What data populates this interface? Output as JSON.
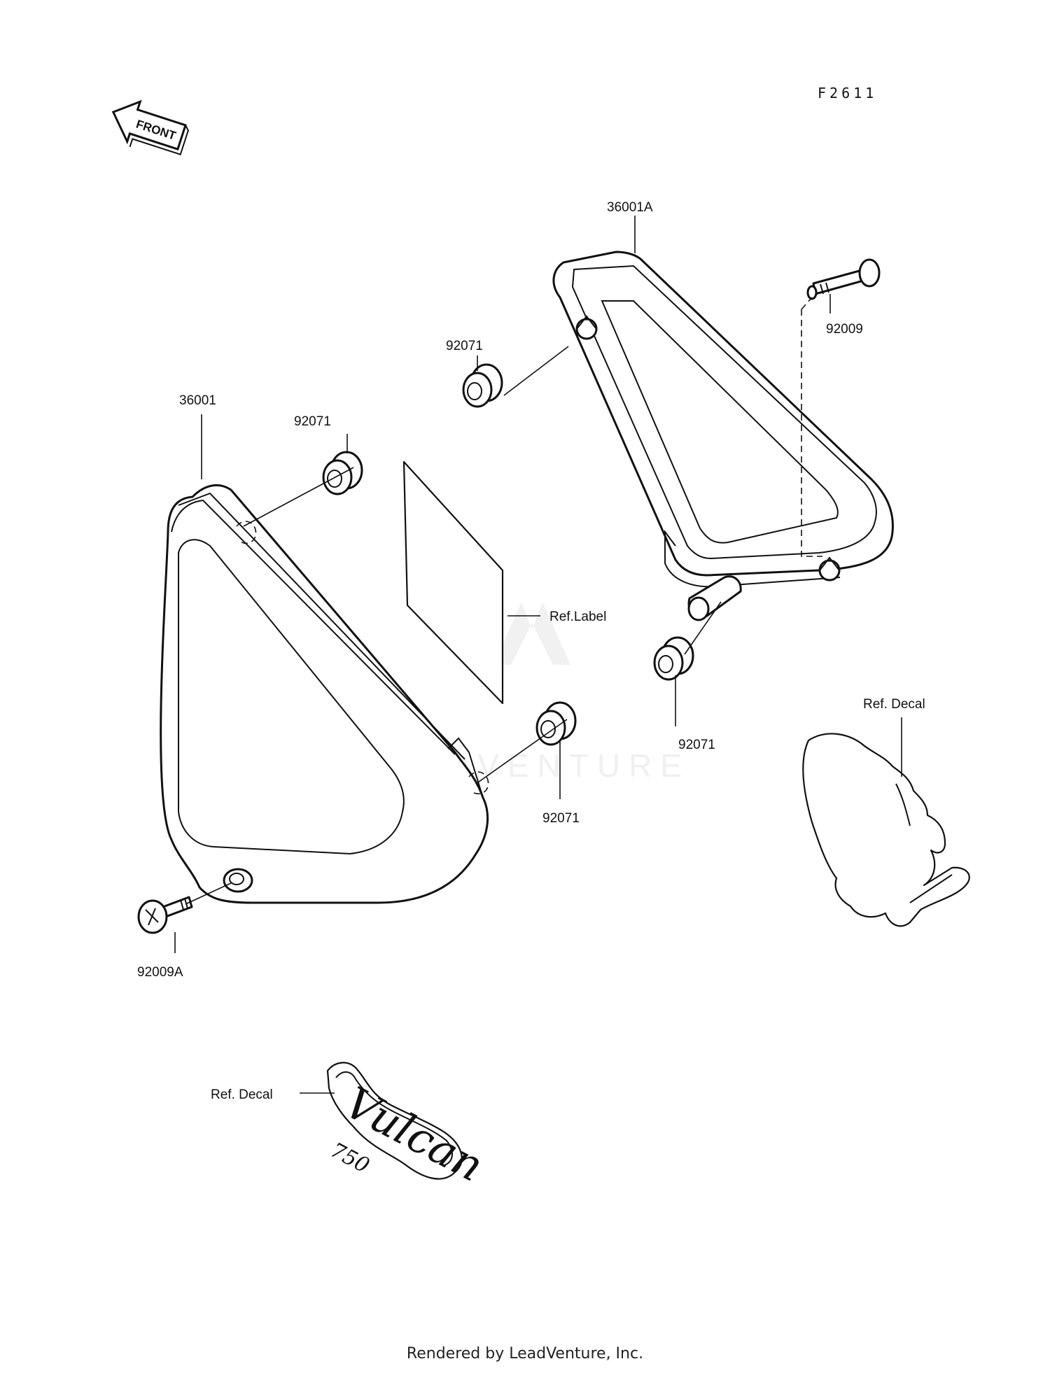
{
  "figure_id": "F2611",
  "front_arrow_label": "FRONT",
  "labels": {
    "left_cover": "36001",
    "right_cover": "36001A",
    "grommet_left_top": "92071",
    "grommet_left_bottom": "92071",
    "grommet_right_top": "92071",
    "grommet_right_bottom": "92071",
    "bolt_right": "92009",
    "bolt_left": "92009A",
    "ref_label": "Ref.Label",
    "ref_decal_right": "Ref. Decal",
    "ref_decal_bottom": "Ref. Decal"
  },
  "decal_text": "Vulcan",
  "decal_model": "750",
  "watermark": "LEADVENTURE",
  "footer": "Rendered by LeadVenture, Inc."
}
